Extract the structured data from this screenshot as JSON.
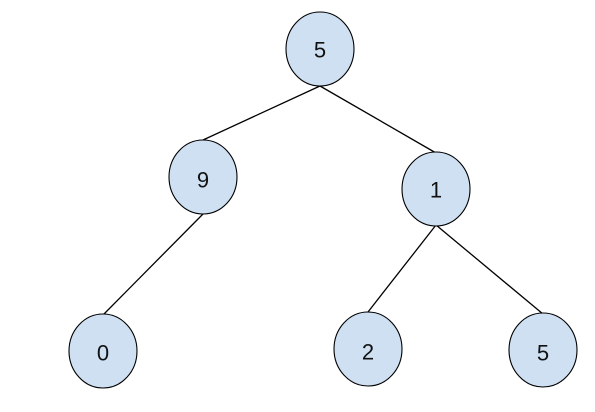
{
  "tree": {
    "root": {
      "value": "5",
      "left": {
        "value": "9",
        "left": {
          "value": "0"
        }
      },
      "right": {
        "value": "1",
        "left": {
          "value": "2"
        },
        "right": {
          "value": "5"
        }
      }
    }
  },
  "colors": {
    "node_fill": "#cfe0f3",
    "node_stroke": "#000000",
    "edge": "#000000",
    "text": "#111111"
  }
}
